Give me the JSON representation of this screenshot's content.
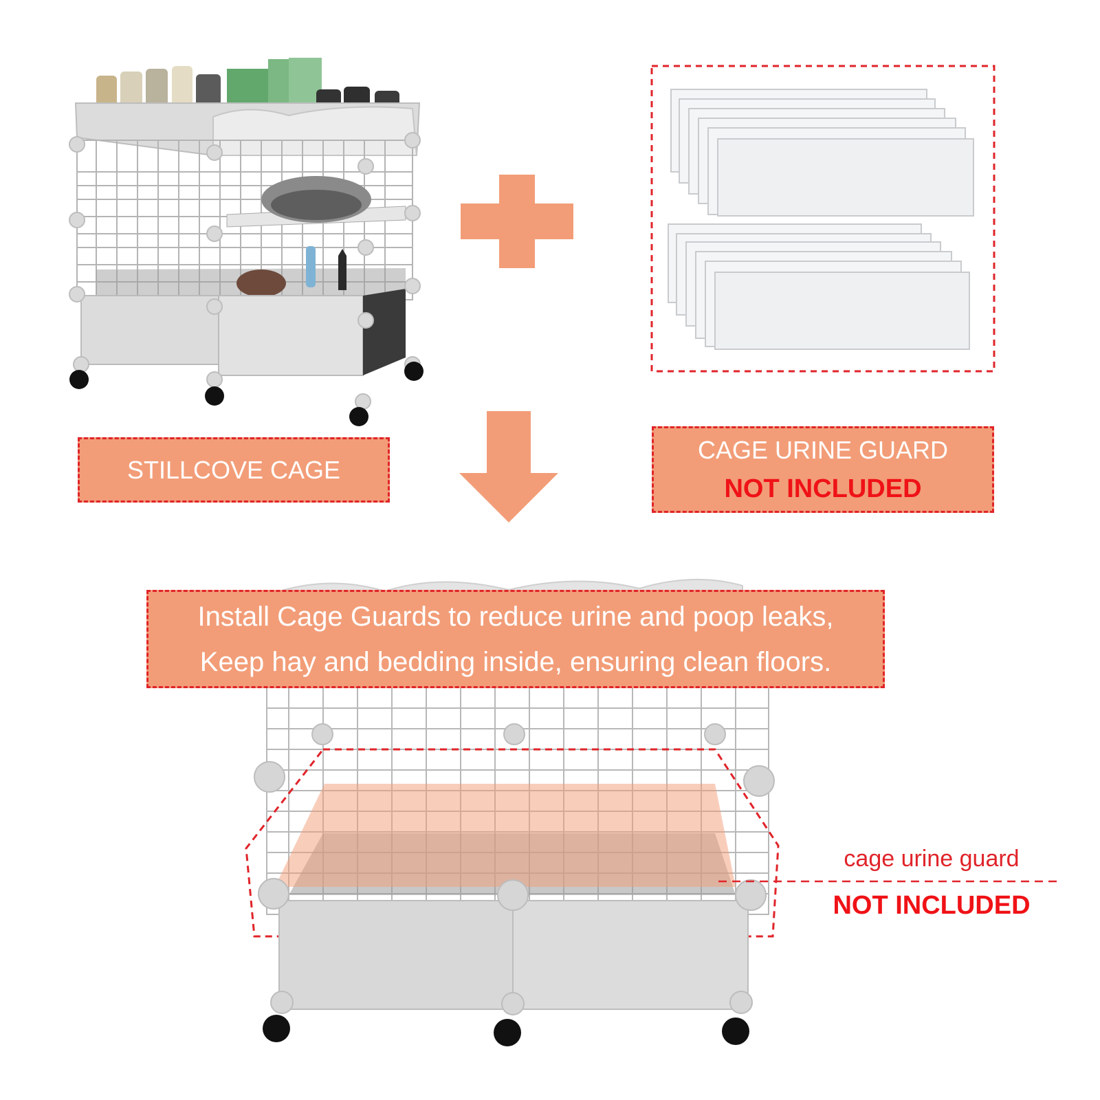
{
  "labels": {
    "cage": "STILLCOVE CAGE",
    "guard_title": "CAGE URINE GUARD",
    "guard_not_included": "NOT INCLUDED",
    "install_line1": "Install Cage Guards to reduce urine and poop leaks,",
    "install_line2": "Keep hay and bedding inside, ensuring clean floors.",
    "side_guard": "cage urine guard",
    "side_not_included": "NOT INCLUDED"
  },
  "colors": {
    "accent_orange": "#f29d78",
    "dashed_red": "#e0242a",
    "warning_red": "#ef1216"
  },
  "icons": [
    "plus-icon",
    "arrow-down-icon"
  ]
}
